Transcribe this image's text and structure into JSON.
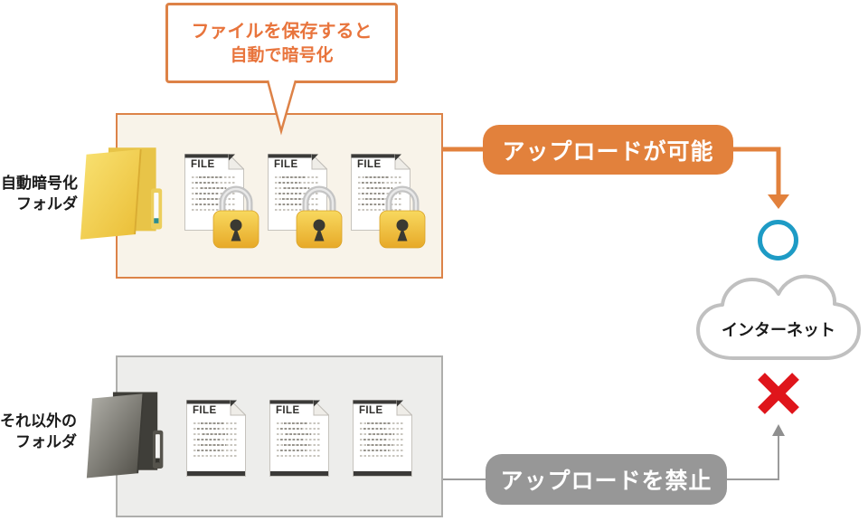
{
  "callout": {
    "line1": "ファイルを保存すると",
    "line2": "自動で暗号化"
  },
  "encrypted_folder": {
    "label_line1": "自動暗号化",
    "label_line2": "フォルダ",
    "files": [
      {
        "label": "FILE"
      },
      {
        "label": "FILE"
      },
      {
        "label": "FILE"
      }
    ]
  },
  "other_folder": {
    "label_line1": "それ以外の",
    "label_line2": "フォルダ",
    "files": [
      {
        "label": "FILE"
      },
      {
        "label": "FILE"
      },
      {
        "label": "FILE"
      }
    ]
  },
  "flows": {
    "allowed": {
      "label": "アップロードが可能"
    },
    "blocked": {
      "label": "アップロードを禁止"
    }
  },
  "internet": {
    "label": "インターネット"
  },
  "colors": {
    "accent_orange": "#E2813C",
    "orange_border": "#DD8247",
    "cream_box_bg": "#F8F3E9",
    "gray_banner": "#979797",
    "gray_box_bg": "#EDEDEB",
    "allowed_circle_blue": "#1E9BC5",
    "blocked_x_red": "#DF151B",
    "lock_yellow": "#EFBE37",
    "folder_yellow": "#EDC23C"
  }
}
